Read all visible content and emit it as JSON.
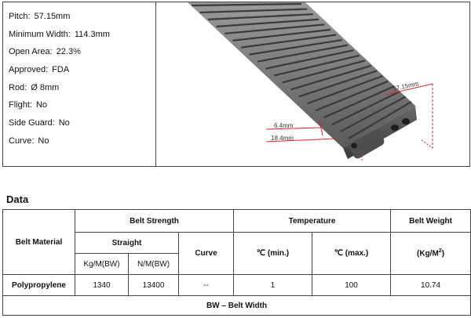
{
  "specs": [
    {
      "label": "Pitch",
      "value": "57.15mm"
    },
    {
      "label": "Minimum Width",
      "value": "114.3mm"
    },
    {
      "label": "Open Area",
      "value": "22.3%"
    },
    {
      "label": "Approved",
      "value": "FDA"
    },
    {
      "label": "Rod",
      "value": "Ø 8mm"
    },
    {
      "label": "Flight",
      "value": "No"
    },
    {
      "label": "Side Guard",
      "value": "No"
    },
    {
      "label": "Curve",
      "value": "No"
    }
  ],
  "drawing": {
    "dim_pitch": "57.15mm",
    "dim_a": "6.4mm",
    "dim_b": "18.4mm"
  },
  "section_title": "Data",
  "table": {
    "col_material": "Belt Material",
    "col_strength": "Belt Strength",
    "col_straight": "Straight",
    "col_kg": "Kg/M(BW)",
    "col_n": "N/M(BW)",
    "col_curve": "Curve",
    "col_temperature": "Temperature",
    "col_min": "℃ (min.)",
    "col_max": "℃ (max.)",
    "col_weight": "Belt Weight",
    "col_weight_unit": "(Kg/M",
    "col_weight_unit_sup": "2",
    "col_weight_unit_end": ")",
    "row": {
      "material": "Polypropylene",
      "kg": "1340",
      "n": "13400",
      "curve": "--",
      "min": "1",
      "max": "100",
      "weight": "10.74"
    },
    "note": "BW – Belt Width"
  }
}
